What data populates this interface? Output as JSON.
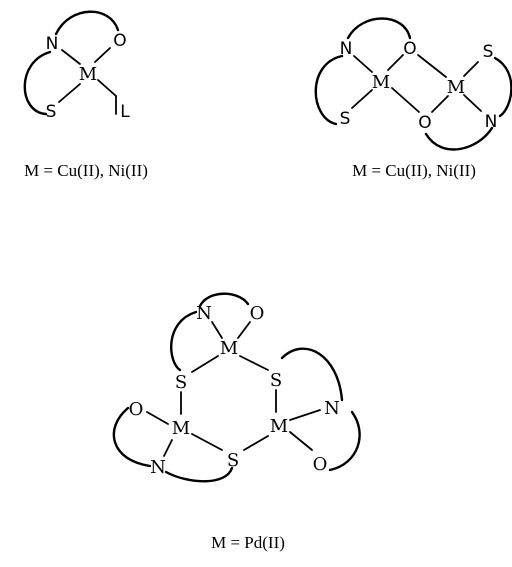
{
  "structures": {
    "mono": {
      "atoms": {
        "n": "N",
        "o": "O",
        "s": "S",
        "m": "M",
        "l": "L"
      },
      "caption": "M = Cu(II), Ni(II)"
    },
    "di": {
      "atoms": {
        "n1": "N",
        "o1": "O",
        "s1": "S",
        "m1": "M",
        "o2": "O",
        "m2": "M",
        "s2": "S",
        "n2": "N"
      },
      "caption": "M = Cu(II), Ni(II)"
    },
    "tri": {
      "atoms": {
        "n_top": "N",
        "o_top": "O",
        "m_top": "M",
        "s_left": "S",
        "s_right": "S",
        "o_left": "O",
        "m_left": "M",
        "m_right": "M",
        "n_right": "N",
        "s_bottom": "S",
        "n_left": "N",
        "o_right": "O"
      },
      "caption": "M = Pd(II)"
    }
  }
}
